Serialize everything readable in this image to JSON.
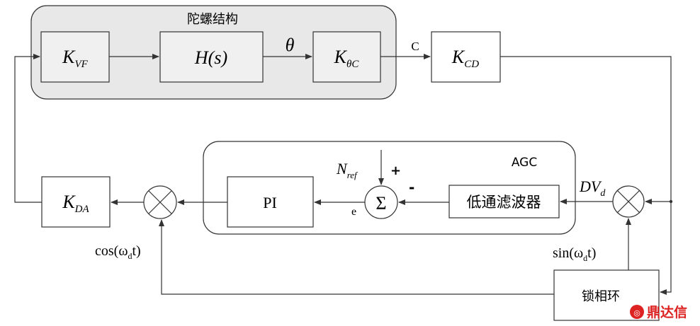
{
  "groups": {
    "gyro_title": "陀螺结构",
    "agc_title": "AGC"
  },
  "blocks": {
    "kvf": {
      "main": "K",
      "sub": "VF"
    },
    "hs": {
      "main": "H(s)"
    },
    "kthc": {
      "main": "K",
      "sub": "θC"
    },
    "kcd": {
      "main": "K",
      "sub": "CD"
    },
    "kda": {
      "main": "K",
      "sub": "DA"
    },
    "pi": "PI",
    "lpf": "低通滤波器",
    "pll": "锁相环"
  },
  "signals": {
    "theta": "θ",
    "c": "C",
    "nref_main": "N",
    "nref_sub": "ref",
    "plus": "+",
    "minus": "-",
    "e": "e",
    "sum": "Σ",
    "dv_main": "DV",
    "dv_sub": "d",
    "sin_label": "sin(ω",
    "sin_sub": "d",
    "sin_tail": "t)",
    "cos_label": "cos(ω",
    "cos_sub": "d",
    "cos_tail": "t)"
  },
  "watermark": "鼎达信"
}
